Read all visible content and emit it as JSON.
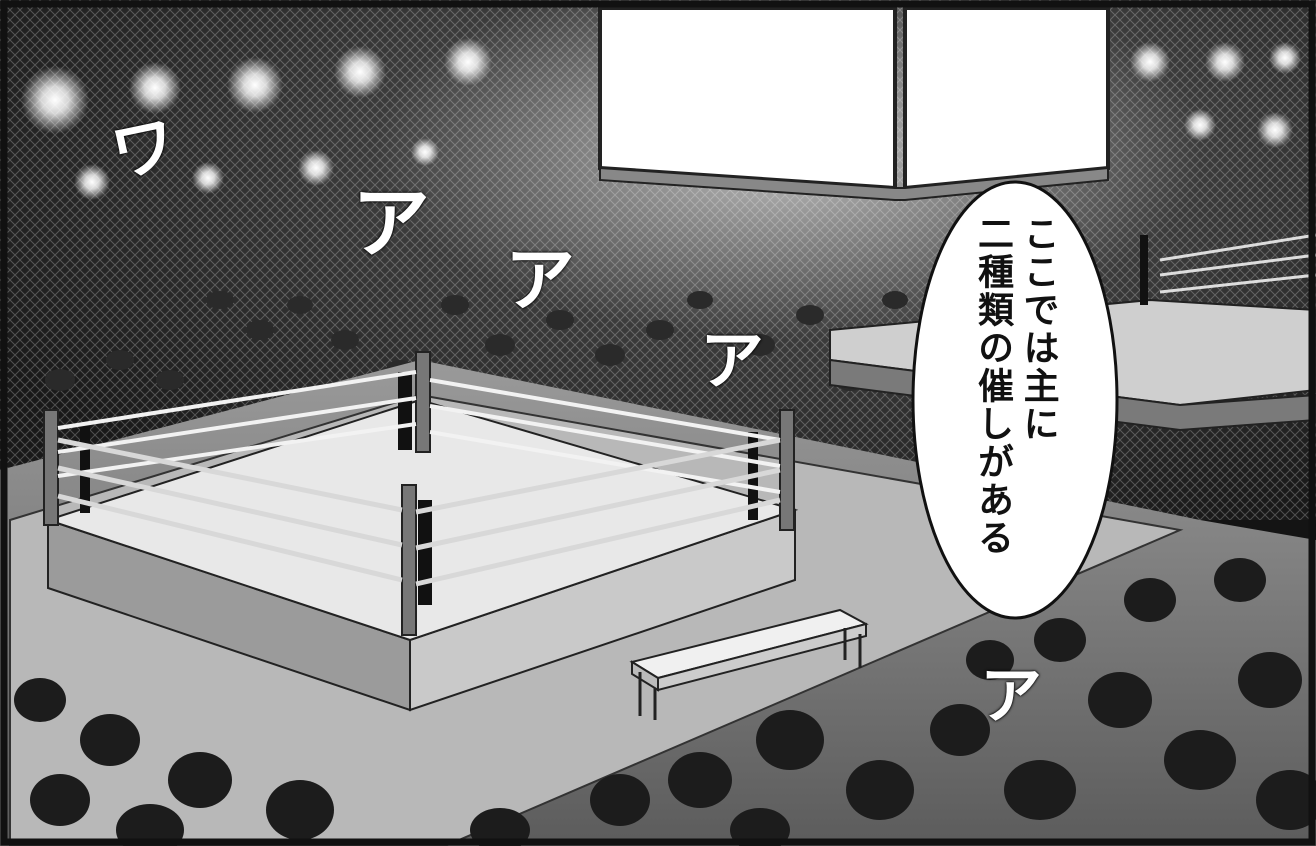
{
  "speech_bubble": {
    "line1": "ここでは主に",
    "line2": "二種類の催しがある"
  },
  "sound_effects": [
    "ワ",
    "ア",
    "ア",
    "ア",
    "ア"
  ],
  "colors": {
    "panel_border": "#111111",
    "background_dark": "#141414",
    "ring_mat": "#e6e6e6",
    "sfx_text": "#ffffff"
  }
}
